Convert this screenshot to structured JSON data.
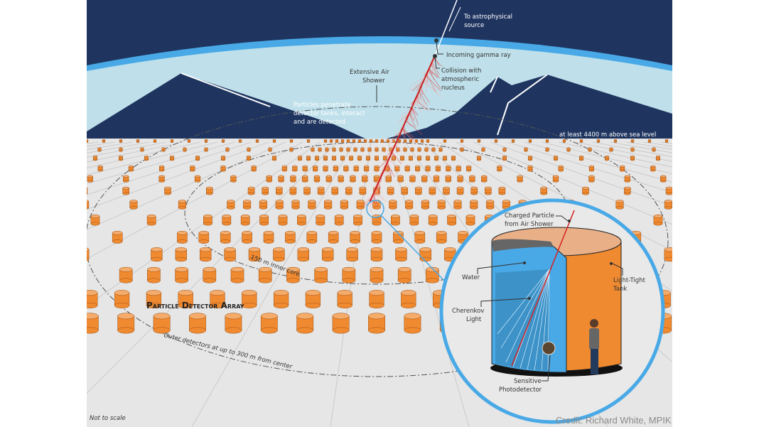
{
  "labels": {
    "astro_source_1": "To astrophysical",
    "astro_source_2": "source",
    "gamma_ray": "Incoming gamma ray",
    "collision_1": "Collision with",
    "collision_2": "atmospheric",
    "collision_3": "nucleus",
    "air_shower_1": "Extensive Air",
    "air_shower_2": "Shower",
    "penetrate_1": "Particles penetrate",
    "penetrate_2": "detector tanks, interact",
    "penetrate_3": "and are detected",
    "altitude": "at least 4400 m above sea level",
    "inner_core": "150 m inner core",
    "array_title": "Particle Detector Array",
    "outer": "Outer detectors at up to 300 m from center",
    "not_to_scale": "Not to scale",
    "credit": "Credit: Richard White, MPIK"
  },
  "tank": {
    "charged_1": "Charged Particle",
    "charged_2": "from Air Shower",
    "water": "Water",
    "cherenkov_1": "Cherenkov",
    "cherenkov_2": "Light",
    "light_tight_1": "Light-Tight",
    "light_tight_2": "Tank",
    "photo_1": "Sensitive",
    "photo_2": "Photodetector"
  },
  "colors": {
    "sky": "#1f3560",
    "atmosphere": "#bfe0ea",
    "atmosphere_edge": "#49a9e6",
    "ground": "#e6e6e6",
    "tank": "#f08a30",
    "tank_top": "#f5ab6a",
    "shower": "#c8201e",
    "water": "#4aaee6"
  }
}
